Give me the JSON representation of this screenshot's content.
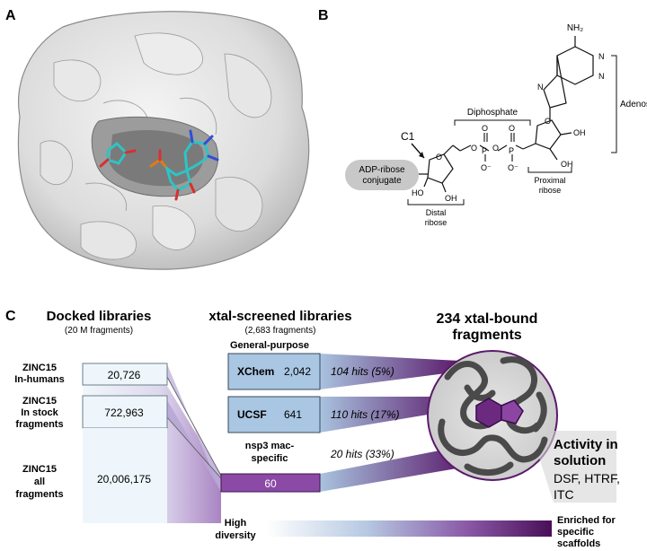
{
  "panel_a": {
    "letter": "A"
  },
  "panel_b": {
    "letter": "B",
    "nh2": "NH₂",
    "adenosine": "Adenosine",
    "diphosphate": "Diphosphate",
    "c1": "C1",
    "conjugate_line1": "ADP-ribose",
    "conjugate_line2": "conjugate",
    "distal_line1": "Distal",
    "distal_line2": "ribose",
    "proximal_line1": "Proximal",
    "proximal_line2": "ribose",
    "oh": "OH",
    "ho": "HO",
    "o": "O",
    "p": "P",
    "o_minus": "O⁻",
    "n": "N"
  },
  "panel_c": {
    "letter": "C",
    "docked_title": "Docked libraries",
    "docked_sub": "(20 M fragments)",
    "xtal_title": "xtal-screened libraries",
    "xtal_sub": "(2,683 fragments)",
    "bound_title_line1": "234 xtal-bound",
    "bound_title_line2": "fragments",
    "docked_rows": [
      {
        "label_lines": [
          "ZINC15",
          "In-humans"
        ],
        "value": "20,726"
      },
      {
        "label_lines": [
          "ZINC15",
          "In stock",
          "fragments"
        ],
        "value": "722,963"
      },
      {
        "label_lines": [
          "ZINC15",
          "all",
          "fragments"
        ],
        "value": "20,006,175"
      }
    ],
    "general_purpose_label": "General-purpose",
    "xtal_rows": [
      {
        "name": "XChem",
        "value": "2,042",
        "hits": "104 hits (5%)"
      },
      {
        "name": "UCSF",
        "value": "641",
        "hits": "110 hits (17%)"
      }
    ],
    "nsp3_label_lines": [
      "nsp3 mac-",
      "specific"
    ],
    "nsp3_value": "60",
    "nsp3_hits": "20 hits (33%)",
    "activity_title_line1": "Activity in",
    "activity_title_line2": "solution",
    "activity_body_line1": "DSF, HTRF,",
    "activity_body_line2": "ITC",
    "gradient_left_line1": "High",
    "gradient_left_line2": "diversity",
    "gradient_right_line1": "Enriched for",
    "gradient_right_line2": "specific",
    "gradient_right_line3": "scaffolds"
  },
  "colors": {
    "light_blue": "#e9f4fa",
    "mid_blue": "#a9c6e2",
    "purple": "#8b4aa6",
    "dark_purple": "#5a1a6a",
    "surface": "#d9d9d9"
  }
}
